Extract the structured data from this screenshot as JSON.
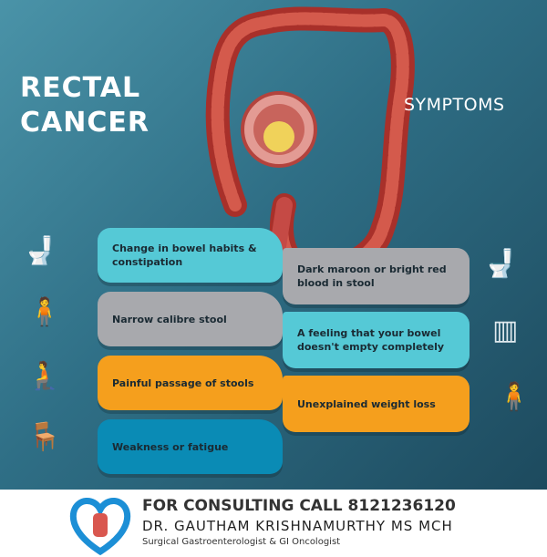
{
  "title": {
    "line1": "RECTAL",
    "line2": "CANCER"
  },
  "subtitle": "SYMPTOMS",
  "symptoms_left": [
    {
      "text": "Change in bowel habits & constipation",
      "color": "#55c9d6"
    },
    {
      "text": "Narrow calibre stool",
      "color": "#a8a9ad"
    },
    {
      "text": "Painful passage of stools",
      "color": "#f59f1d"
    },
    {
      "text": "Weakness or fatigue",
      "color": "#0a8bb5"
    }
  ],
  "symptoms_right": [
    {
      "text": "Dark maroon or bright red blood in stool",
      "color": "#a8a9ad"
    },
    {
      "text": "A feeling that your bowel doesn't empty completely",
      "color": "#55c9d6"
    },
    {
      "text": "Unexplained weight loss",
      "color": "#f59f1d"
    }
  ],
  "footer": {
    "call": "FOR CONSULTING CALL  8121236120",
    "doctor": "DR. GAUTHAM KRISHNAMURTHY MS MCH",
    "specialty": "Surgical Gastroenterologist & GI Oncologist"
  }
}
